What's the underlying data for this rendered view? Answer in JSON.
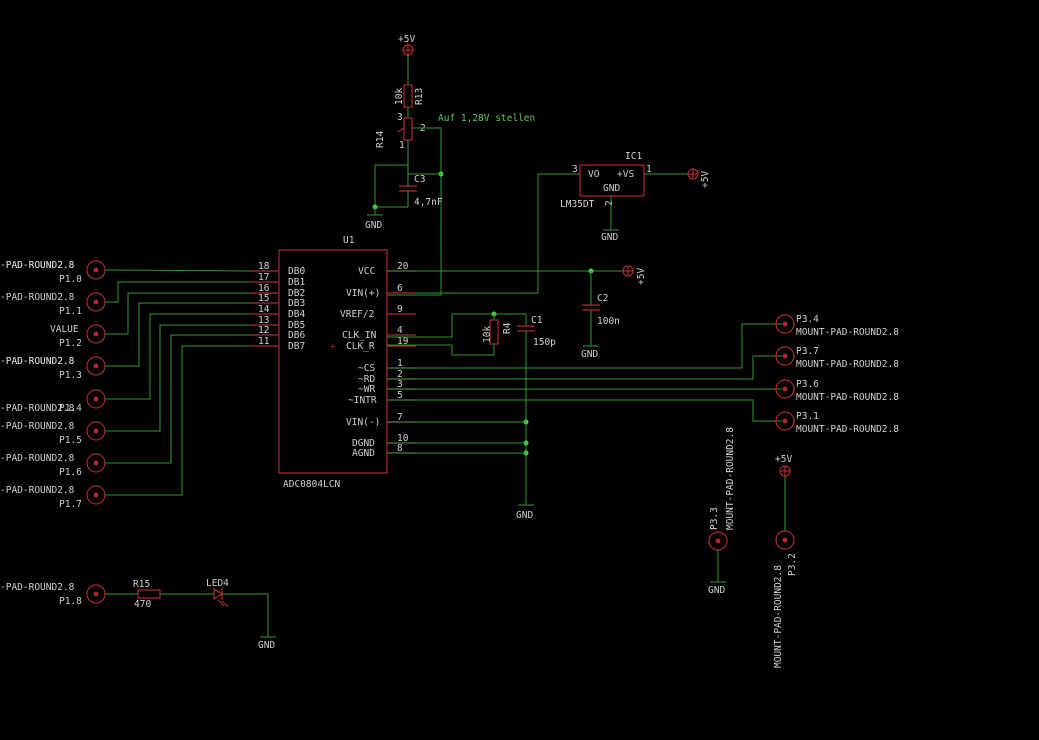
{
  "supply": {
    "vcc": "+5V",
    "gnd": "GND"
  },
  "ic_u1": {
    "name": "U1",
    "value": "ADC0804LCN",
    "left_pins": [
      {
        "label": "DB0",
        "num": "18"
      },
      {
        "label": "DB1",
        "num": "17"
      },
      {
        "label": "DB2",
        "num": "16"
      },
      {
        "label": "DB3",
        "num": "15"
      },
      {
        "label": "DB4",
        "num": "14"
      },
      {
        "label": "DB5",
        "num": "13"
      },
      {
        "label": "DB6",
        "num": "12"
      },
      {
        "label": "DB7",
        "num": "11"
      }
    ],
    "right_pins": [
      {
        "label": "VCC",
        "num": "20"
      },
      {
        "label": "VIN(+)",
        "num": "6"
      },
      {
        "label": "VREF/2",
        "num": "9"
      },
      {
        "label": "CLK_IN",
        "num": "4"
      },
      {
        "label": "CLK_R",
        "num": "19"
      },
      {
        "label": "~CS",
        "num": "1"
      },
      {
        "label": "~RD",
        "num": "2"
      },
      {
        "label": "~WR",
        "num": "3"
      },
      {
        "label": "~INTR",
        "num": "5"
      },
      {
        "label": "VIN(-)",
        "num": "7"
      },
      {
        "label": "DGND",
        "num": "10"
      },
      {
        "label": "AGND",
        "num": "8"
      }
    ]
  },
  "ic1": {
    "name": "IC1",
    "value": "LM35DT",
    "vo": "VO",
    "vs": "+VS",
    "gnd": "GND",
    "pin3": "3",
    "pin1": "1",
    "pin2": "2"
  },
  "left_pads": [
    {
      "pkg": "-PAD-ROUND2.8",
      "name": "P1.0"
    },
    {
      "pkg": "-PAD-ROUND2.8",
      "name": "P1.1"
    },
    {
      "pkg": "VALUE",
      "name": "P1.2"
    },
    {
      "pkg": "-PAD-ROUND2.8",
      "name": "P1.3"
    },
    {
      "pkg": "",
      "name": "P1.4"
    },
    {
      "pkg": "-PAD-ROUND2.8",
      "name": "P1.5"
    },
    {
      "pkg": "-PAD-ROUND2.8",
      "name": "P1.6"
    },
    {
      "pkg": "-PAD-ROUND2.8",
      "name": "P1.7"
    }
  ],
  "left_pad_extra": [
    {
      "pkg": "-PAD-ROUND2.8",
      "pkg_pos": "above"
    },
    {
      "pkg": "",
      "pkg_pos": ""
    },
    {
      "pkg": "",
      "pkg_pos": ""
    },
    {
      "pkg": "-PAD-ROUND2.8",
      "pkg_pos": "above"
    },
    {
      "pkg": "-PAD-ROUND2.8",
      "pkg_pos": "below"
    },
    {
      "pkg": "",
      "pkg_pos": ""
    },
    {
      "pkg": "",
      "pkg_pos": ""
    },
    {
      "pkg": "",
      "pkg_pos": ""
    }
  ],
  "pad_p18": {
    "pkg": "-PAD-ROUND2.8",
    "name": "P1.8"
  },
  "right_pads": [
    {
      "name": "P3.4",
      "pkg": "MOUNT-PAD-ROUND2.8"
    },
    {
      "name": "P3.7",
      "pkg": "MOUNT-PAD-ROUND2.8"
    },
    {
      "name": "P3.6",
      "pkg": "MOUNT-PAD-ROUND2.8"
    },
    {
      "name": "P3.1",
      "pkg": "MOUNT-PAD-ROUND2.8"
    }
  ],
  "pad_p33": {
    "name": "P3.3",
    "pkg": "MOUNT-PAD-ROUND2.8"
  },
  "pad_p32": {
    "name": "P3.2",
    "pkg": "MOUNT-PAD-ROUND2.8"
  },
  "r13": {
    "name": "R13",
    "value": "10k"
  },
  "r14": {
    "name": "R14",
    "pin1": "1",
    "pin2": "2",
    "pin3": "3",
    "note": "Auf 1,28V stellen"
  },
  "c3": {
    "name": "C3",
    "value": "4,7nF"
  },
  "c2": {
    "name": "C2",
    "value": "100n"
  },
  "c1": {
    "name": "C1",
    "value": "150p"
  },
  "r4": {
    "name": "R4",
    "value": "10k"
  },
  "r15": {
    "name": "R15",
    "value": "470"
  },
  "led": {
    "name": "LED4"
  },
  "colors": {
    "wire": "#2f9a2f",
    "part": "#b02a2a",
    "text": "#d0d0d0",
    "note": "#5ac85a",
    "background": "#000000"
  }
}
